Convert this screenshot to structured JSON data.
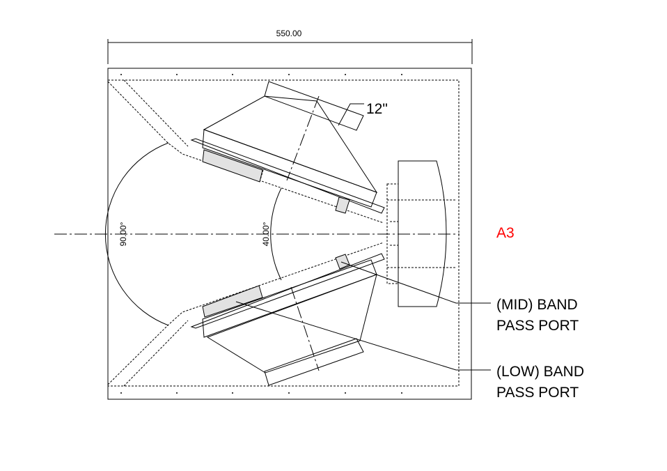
{
  "dimension_top": "550.00",
  "angle_outer": "90.00°",
  "angle_inner": "40.00°",
  "driver_label": "12\"",
  "sheet_label": "A3",
  "mid_port_line1": "(MID) BAND",
  "mid_port_line2": "PASS PORT",
  "low_port_line1": "(LOW) BAND",
  "low_port_line2": "PASS PORT",
  "colors": {
    "lines": "#000000",
    "port_fill": "#e2e2e2",
    "sheet_label": "#ff0000"
  }
}
